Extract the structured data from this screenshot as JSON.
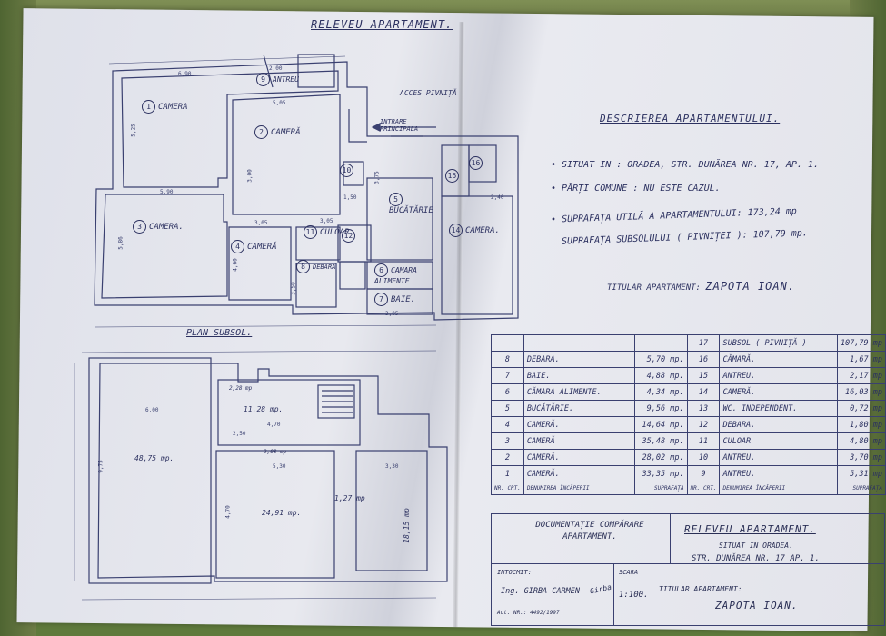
{
  "title": "RELEVEU APARTAMENT.",
  "access_label": "ACCES PIVNIȚĂ",
  "entrance_label": "INTRARE PRINCIPALA",
  "description": {
    "heading": "DESCRIEREA APARTAMENTULUI.",
    "situat": "SITUAT IN : ORADEA, STR. DUNĂREA NR. 17, AP. 1.",
    "parti": "PĂRȚI COMUNE :   NU ESTE CAZUL.",
    "suprafata_utila": "SUPRAFAȚA UTILĂ A APARTAMENTULUI: 173,24 mp",
    "suprafata_subsol": "SUPRAFAȚA SUBSOLULUI ( PIVNIȚEI ): 107,79 mp.",
    "titular_label": "TITULAR APARTAMENT:",
    "titular_name": "ZAPOTA IOAN."
  },
  "plan_subsol_label": "PLAN SUBSOL.",
  "floor_rooms": [
    {
      "num": "1",
      "name": "CAMERA"
    },
    {
      "num": "2",
      "name": "CAMERĂ"
    },
    {
      "num": "3",
      "name": "CAMERA."
    },
    {
      "num": "4",
      "name": "CAMERĂ"
    },
    {
      "num": "5",
      "name": "BUCĂTĂRIE"
    },
    {
      "num": "6",
      "name": "CAMARA ALIMENTE"
    },
    {
      "num": "7",
      "name": "BAIE."
    },
    {
      "num": "8",
      "name": "DEBARA"
    },
    {
      "num": "9",
      "name": "ANTREU"
    },
    {
      "num": "10",
      "name": ""
    },
    {
      "num": "11",
      "name": "CULOAR"
    },
    {
      "num": "12",
      "name": ""
    },
    {
      "num": "14",
      "name": "CAMERA."
    },
    {
      "num": "15",
      "name": ""
    },
    {
      "num": "16",
      "name": ""
    }
  ],
  "dims": [
    "6,90",
    "2,00",
    "5,05",
    "5,25",
    "5,90",
    "5,86",
    "3,05",
    "4,60",
    "3,05",
    "3,75",
    "1,50",
    "3,05",
    "3,50",
    "2,40",
    "3,00"
  ],
  "basement": {
    "areas": [
      "11,28 mp.",
      "48,75 mp.",
      "24,91 mp.",
      "1,27 mp",
      "18,15 mp",
      "2,28 mp",
      "2,08 mp"
    ],
    "dims": [
      "6,00",
      "4,70",
      "2,50",
      "5,30",
      "3,30",
      "9,75",
      "4,70"
    ]
  },
  "table": {
    "left_rows": [
      {
        "n": "8",
        "name": "DEBARA.",
        "area": "5,70 mp."
      },
      {
        "n": "7",
        "name": "BAIE.",
        "area": "4,88 mp."
      },
      {
        "n": "6",
        "name": "CĂMARA ALIMENTE.",
        "area": "4,34 mp."
      },
      {
        "n": "5",
        "name": "BUCĂTĂRIE.",
        "area": "9,56 mp."
      },
      {
        "n": "4",
        "name": "CAMERĂ.",
        "area": "14,64 mp."
      },
      {
        "n": "3",
        "name": "CAMERĂ",
        "area": "35,48 mp."
      },
      {
        "n": "2",
        "name": "CAMERĂ.",
        "area": "28,02 mp."
      },
      {
        "n": "1",
        "name": "CAMERĂ.",
        "area": "33,35 mp."
      }
    ],
    "right_rows": [
      {
        "n": "17",
        "name": "SUBSOL ( PIVNIȚĂ )",
        "area": "107,79 mp"
      },
      {
        "n": "16",
        "name": "CĂMARĂ.",
        "area": "1,67 mp"
      },
      {
        "n": "15",
        "name": "ANTREU.",
        "area": "2,17 mp"
      },
      {
        "n": "14",
        "name": "CAMERĂ.",
        "area": "16,03 mp"
      },
      {
        "n": "13",
        "name": "WC. INDEPENDENT.",
        "area": "0,72 mp"
      },
      {
        "n": "12",
        "name": "DEBARA.",
        "area": "1,80 mp"
      },
      {
        "n": "11",
        "name": "CULOAR",
        "area": "4,80 mp"
      },
      {
        "n": "10",
        "name": "ANTREU.",
        "area": "3,70 mp"
      },
      {
        "n": "9",
        "name": "ANTREU.",
        "area": "5,31 mp"
      }
    ],
    "hdr_nr": "NR. CRT.",
    "hdr_name": "DENUMIREA ÎNCĂPERII",
    "hdr_area": "SUPRAFAȚA"
  },
  "title_block": {
    "doc": "DOCUMENTAȚIE COMPĂRARE APARTAMENT.",
    "main": "RELEVEU APARTAMENT.",
    "situat": "SITUAT IN ORADEA.",
    "str": "STR. DUNĂREA NR. 17  AP. 1.",
    "intocmit_label": "INTOCMIT:",
    "intocmit_value": "Ing. GIRBA CARMEN",
    "nr": "Aut. NR.: 4492/1997",
    "scara_label": "SCARA",
    "scara_value": "1:100.",
    "titular_label": "TITULAR APARTAMENT:",
    "titular_value": "ZAPOTA IOAN.",
    "sign": "Girba"
  }
}
